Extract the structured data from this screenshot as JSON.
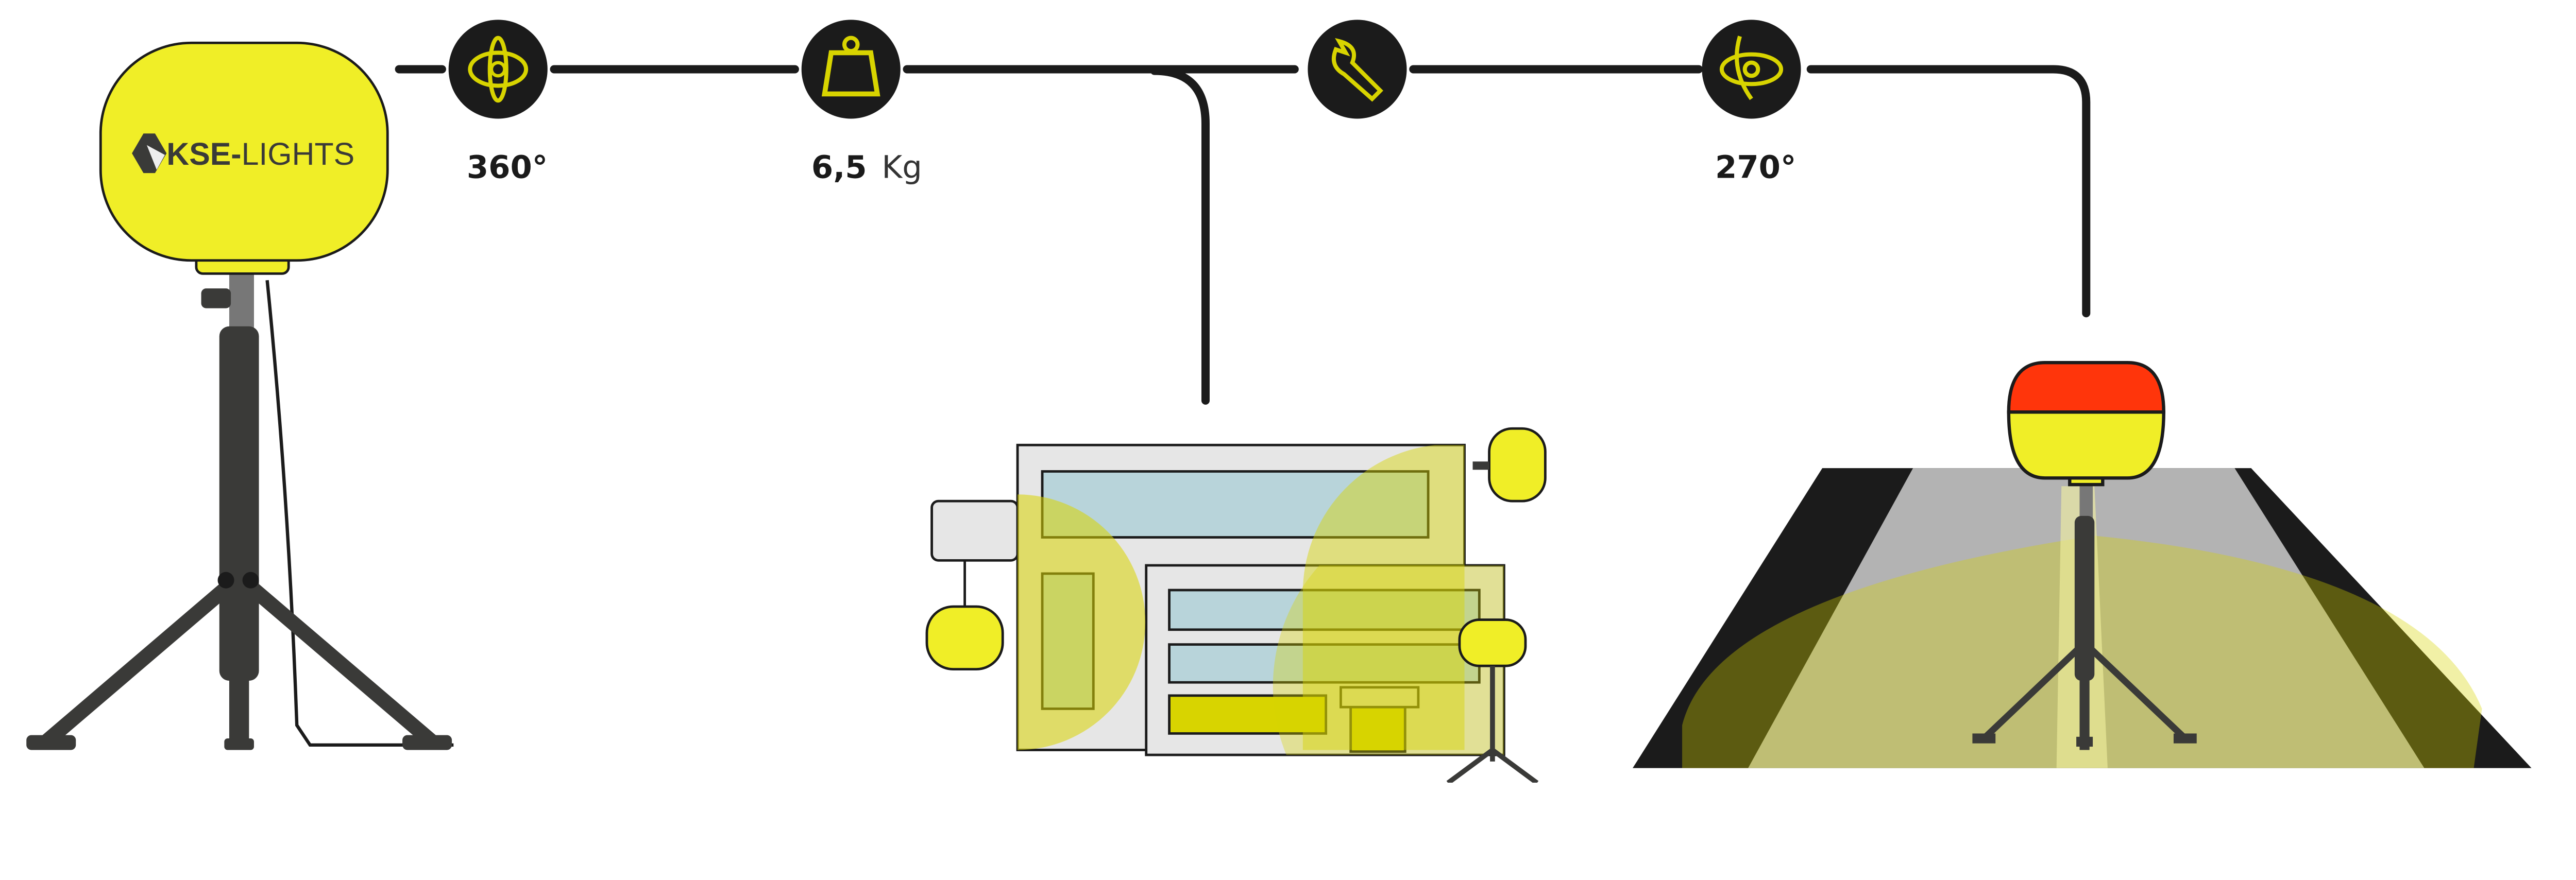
{
  "brand": {
    "logo_bold": "KSE-",
    "logo_light": "LIGHTS"
  },
  "features": [
    {
      "icon": "rotation-360-icon",
      "label": "360°"
    },
    {
      "icon": "weight-icon",
      "value": "6,5",
      "unit": "Kg"
    },
    {
      "icon": "wrench-icon",
      "label": ""
    },
    {
      "icon": "view-270-icon",
      "label": "270°"
    }
  ],
  "colors": {
    "lamp_yellow": "#f0ee27",
    "dark": "#1b1b1b",
    "pole": "#3a3a38",
    "icon_yellow": "#d8d400",
    "red": "#ff350b",
    "window": "#b8d4da"
  }
}
